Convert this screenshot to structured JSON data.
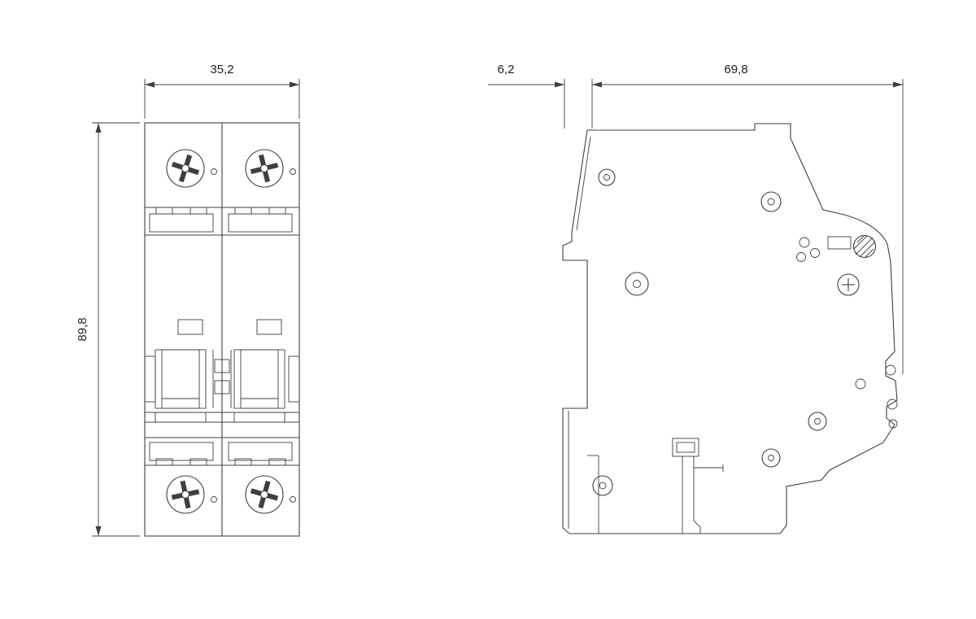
{
  "drawing": {
    "type": "technical-dimension-drawing",
    "subject": "2-pole miniature circuit breaker, front and side views",
    "colors": {
      "line": "#3f3f3f",
      "background": "#ffffff",
      "text": "#1d1d1d"
    },
    "front_view": {
      "width_label": "35,2",
      "height_label": "89,8"
    },
    "side_view": {
      "rear_depth_label": "6,2",
      "depth_label": "69,8"
    }
  }
}
